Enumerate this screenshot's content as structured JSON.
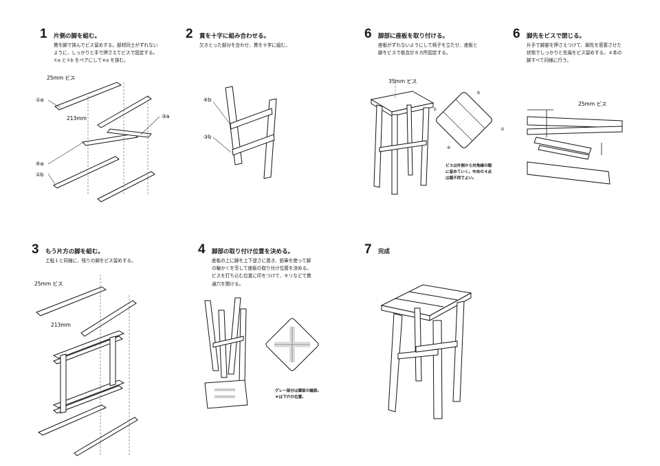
{
  "steps": [
    {
      "num": "1",
      "title": "片側の脚を組む。",
      "desc": [
        "貫を脚で挟んでビス留めする。部材同士がずれない",
        "ように、しっかりと手で押さえてビスで固定する。",
        "①a と①b をペアにして④a を挟む。"
      ]
    },
    {
      "num": "2",
      "title": "貫を十字に組み合わせる。",
      "desc": [
        "欠きとった部分を合わせ、貫を十字に組む。"
      ]
    },
    {
      "num": "6",
      "title": "脚部に座板を取り付ける。",
      "desc": [
        "座板がずれないようにして椅子を立たせ、座板と",
        "脚をビスで板合計８カ所固定する。"
      ]
    },
    {
      "num": "6",
      "title": "脚先をビスで閉じる。",
      "desc": [
        "片手で脚部を押さえつけて、脚先を密着させた",
        "状態でしっかりと先端をビス留めする。４本の",
        "脚すべて同様に行う。"
      ]
    },
    {
      "num": "3",
      "title": "もう片方の脚を組む。",
      "desc": [
        "工程１と同様に、残りの脚をビス留めする。"
      ]
    },
    {
      "num": "4",
      "title": "脚部の取り付け位置を決める。",
      "desc": [
        "座板の上に脚を上下逆さに置き、鉛筆を使って脚",
        "の輪かくを写して座板の取り付け位置を決める。",
        "ビスを打ち込む位置に印をつけて、キリなどで貫",
        "通穴を開ける。"
      ]
    },
    {
      "num": "7",
      "title": "完成",
      "desc": []
    }
  ],
  "labels": {
    "screw25": "25mm ビス",
    "screw35": "35mm ビス",
    "len213": "213mm",
    "p1a": "①a",
    "p3a": "③a",
    "p4a": "④a",
    "p1b": "①b",
    "p4b": "④b",
    "p3b": "③b",
    "c1": "①",
    "c2": "②",
    "c3": "③",
    "c4": "④"
  },
  "notes": {
    "step6": [
      "ビスは外側から対角線の順",
      "に留めていく。中央の４点",
      "は順不同でよい。"
    ],
    "step4": [
      "グレー部分は脚部の輪郭。",
      "＊は下穴の位置。"
    ]
  }
}
